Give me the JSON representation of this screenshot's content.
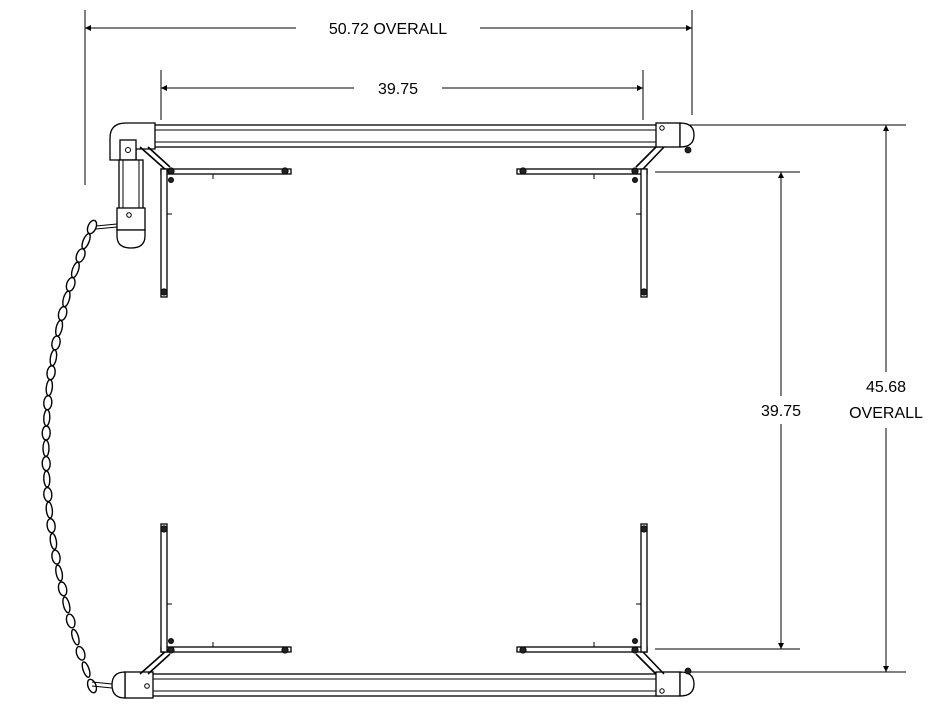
{
  "drawing": {
    "dimensions": {
      "overall_width": "50.72 OVERALL",
      "inner_width": "39.75",
      "inner_height": "39.75",
      "overall_height_value": "45.68",
      "overall_height_suffix": "OVERALL"
    },
    "colors": {
      "line": "#000000",
      "background": "#ffffff"
    }
  }
}
